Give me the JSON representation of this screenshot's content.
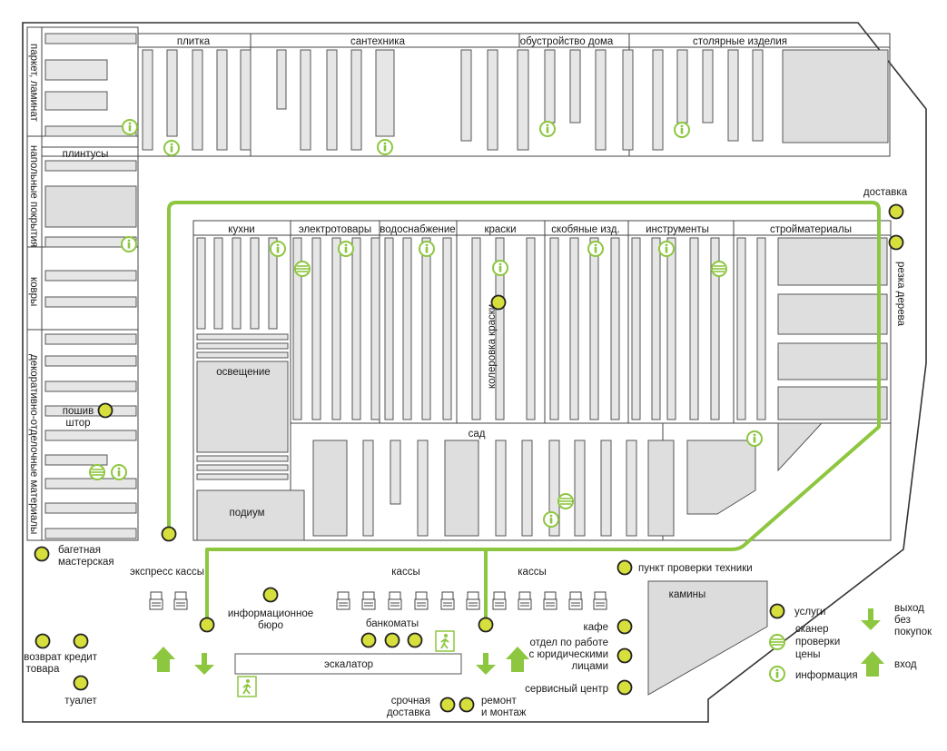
{
  "colors": {
    "accent": "#8dc63f",
    "dot": "#d6df3c",
    "shelf": "#e6e6e6"
  },
  "top_departments": [
    "плитка",
    "сантехника",
    "обустройство дома",
    "столярные изделия"
  ],
  "left_departments": [
    "паркет, ламинат",
    "напольные покрытия",
    "ковры",
    "декоративно-отделочные материалы"
  ],
  "left_labels": {
    "plintusy": "плинтусы",
    "poshiv1": "пошив",
    "poshiv2": "штор"
  },
  "middle_departments": [
    "кухни",
    "электротовары",
    "водоснабжение",
    "краски",
    "скобяные изд.",
    "инструменты",
    "стройматериалы"
  ],
  "inner_labels": {
    "lighting": "освещение",
    "podium": "подиум",
    "garden": "сад",
    "paint_tinting": "колеровка краски",
    "fireplaces": "камины"
  },
  "right_labels": {
    "delivery": "доставка",
    "wood_cutting": "резка дерева"
  },
  "bottom": {
    "express_checkout": "экспресс кассы",
    "checkout_1": "кассы",
    "checkout_2": "кассы",
    "info_1": "информационное",
    "info_2": "бюро",
    "atms": "банкоматы",
    "escalator": "эскалатор",
    "frame_1": "багетная",
    "frame_2": "мастерская",
    "return_1": "возврат",
    "return_2": "товара",
    "credit": "кредит",
    "toilet": "туалет",
    "urgent_1": "срочная",
    "urgent_2": "доставка",
    "repair_1": "ремонт",
    "repair_2": "и монтаж",
    "tech_check": "пункт проверки техники",
    "cafe": "кафе",
    "legal_1": "отдел по работе",
    "legal_2": "с юридическими",
    "legal_3": "лицами",
    "service": "сервисный центр"
  },
  "legend": {
    "services": "услуги",
    "scanner_1": "сканер",
    "scanner_2": "проверки",
    "scanner_3": "цены",
    "information": "информация",
    "exit_1": "выход",
    "exit_2": "без",
    "exit_3": "покупок",
    "entrance": "вход"
  }
}
